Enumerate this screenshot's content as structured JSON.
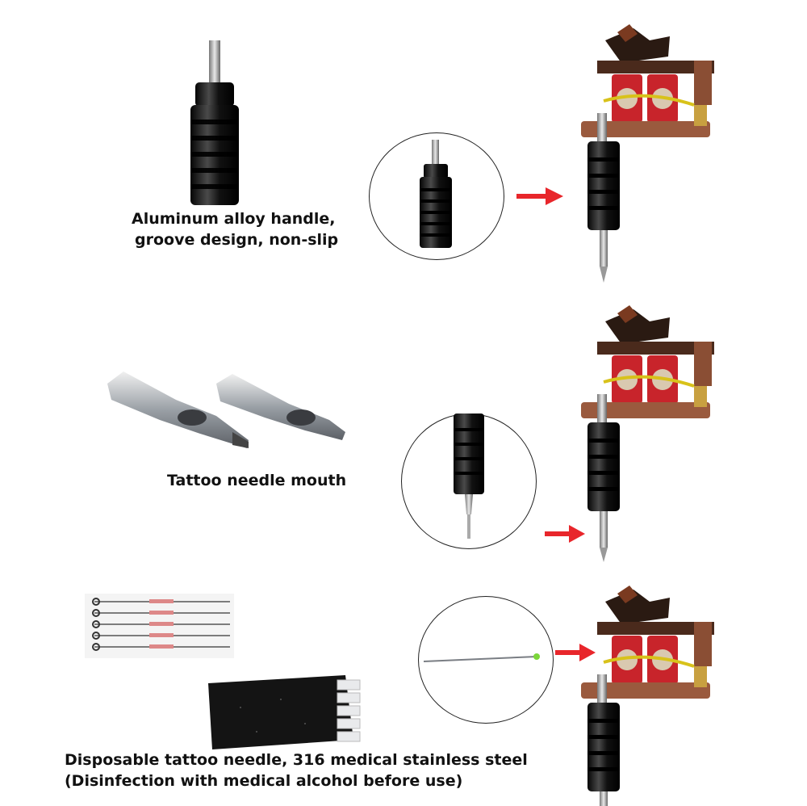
{
  "sections": [
    {
      "caption_line1": "Aluminum alloy handle,",
      "caption_line2": "groove design, non-slip"
    },
    {
      "caption_line1": "Tattoo needle mouth"
    },
    {
      "caption_line1": "Disposable tattoo needle, 316 medical stainless steel",
      "caption_line2": "(Disinfection with medical alcohol before use)"
    }
  ],
  "colors": {
    "arrow": "#e8262b",
    "grip_black": "#151515",
    "steel": "#b8bcc0",
    "copper": "#9a5a3e",
    "coil_red": "#c8242b",
    "spring_yellow": "#d8c21a",
    "needle_tip_green": "#7bd63a"
  },
  "icons": [
    "grip-icon",
    "tip-icon",
    "needle-pack-icon",
    "tattoo-machine-icon",
    "arrow-right-icon"
  ]
}
